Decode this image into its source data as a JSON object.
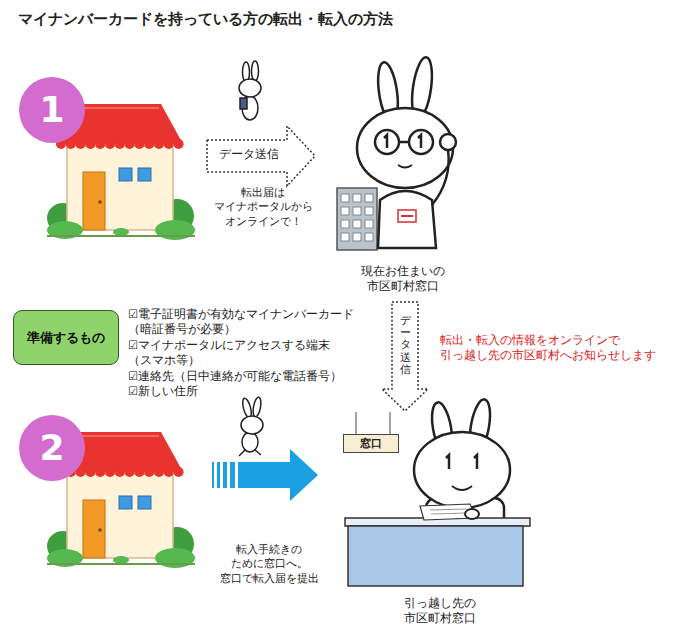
{
  "diagram": {
    "title": "マイナンバーカードを持っている方の転出・転入の方法",
    "nodes": [
      {
        "text": [
          "1"
        ]
      },
      {
        "text": [
          "データ送信"
        ]
      },
      {
        "text": [
          "現在お住まいの 市区町村窓口"
        ]
      },
      {
        "text": [
          "準備するもの"
        ]
      },
      {
        "text": [
          "2"
        ]
      },
      {
        "text": [
          "引っ越し先の 市区町村窓口"
        ]
      },
      {
        "text": [
          "窓口"
        ],
        "in": 5
      }
    ],
    "edges": [
      {
        "from": 2,
        "to": 5,
        "label": "データ送信",
        "arrow": "to"
      }
    ],
    "labels": [
      "転出届は マイナポータルから オンラインで！",
      "☑電子証明書が有効なマイナンバーカード （暗証番号が必要）",
      "☑マイナポータルにアクセスする端末 （スマホ等）",
      "☑連絡先（日中連絡が可能な電話番号）",
      "☑新しい住所",
      "転出・転入の情報をオンラインで 引っ越し先の市区町村へお知らせします",
      "転入手続きの ために窓口へ。 窓口で転入届を提出"
    ]
  }
}
